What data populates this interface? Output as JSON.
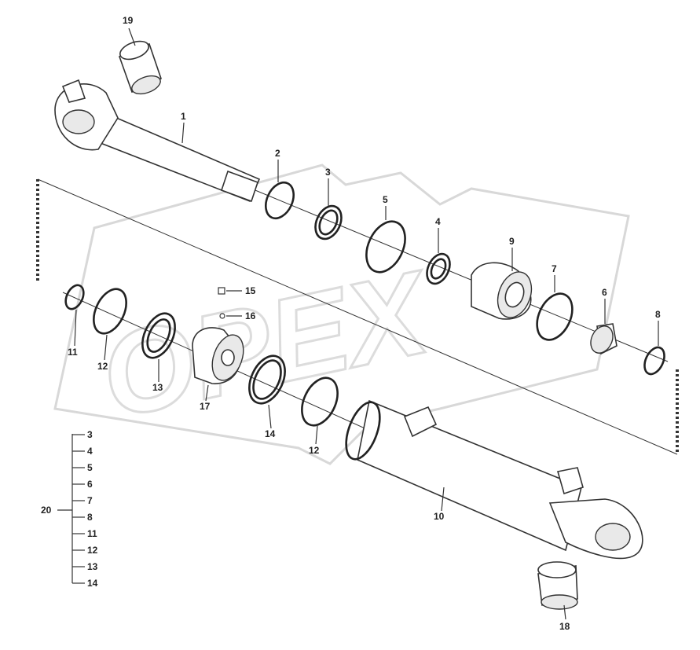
{
  "watermark": "OPEX",
  "parts": [
    {
      "key": "p1",
      "number": "1"
    },
    {
      "key": "p2",
      "number": "2"
    },
    {
      "key": "p3",
      "number": "3"
    },
    {
      "key": "p4",
      "number": "4"
    },
    {
      "key": "p5",
      "number": "5"
    },
    {
      "key": "p6",
      "number": "6"
    },
    {
      "key": "p7",
      "number": "7"
    },
    {
      "key": "p8",
      "number": "8"
    },
    {
      "key": "p9",
      "number": "9"
    },
    {
      "key": "p10",
      "number": "10"
    },
    {
      "key": "p11",
      "number": "11"
    },
    {
      "key": "p12a",
      "number": "12"
    },
    {
      "key": "p12b",
      "number": "12"
    },
    {
      "key": "p13",
      "number": "13"
    },
    {
      "key": "p14",
      "number": "14"
    },
    {
      "key": "p15",
      "number": "15"
    },
    {
      "key": "p16",
      "number": "16"
    },
    {
      "key": "p17",
      "number": "17"
    },
    {
      "key": "p18",
      "number": "18"
    },
    {
      "key": "p19",
      "number": "19"
    }
  ],
  "kit": {
    "number": "20",
    "items": [
      "3",
      "4",
      "5",
      "6",
      "7",
      "8",
      "11",
      "12",
      "13",
      "14"
    ]
  }
}
